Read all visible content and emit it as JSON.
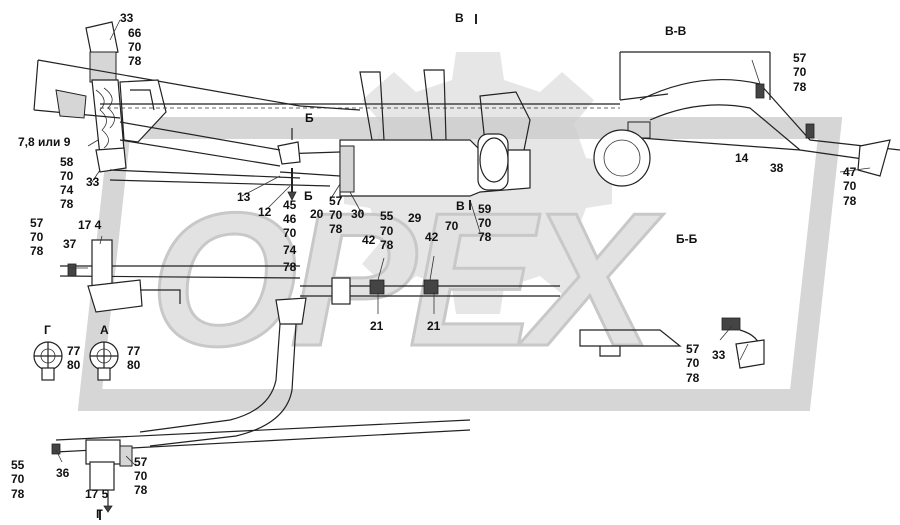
{
  "watermark": {
    "text": "OPEX",
    "color": "#d9d9d9"
  },
  "colors": {
    "ink": "#222222",
    "shade": "#d6d6d6",
    "background": "#ffffff"
  },
  "section_labels": {
    "b": "Б",
    "v": "В",
    "vv": "В-В",
    "bb": "Б-Б",
    "g": "Г",
    "a": "А",
    "b_lower": "Б",
    "v_lower": "В",
    "g_lower": "Г"
  },
  "callouts": {
    "c33_top": "33",
    "c66_top": "66",
    "c70_top": "70",
    "c78_top": "78",
    "c7_8_9": "7,8 или 9",
    "c58": "58",
    "c70_l1": "70",
    "c74_l1": "74",
    "c78_l1": "78",
    "c33_l1": "33",
    "c13": "13",
    "c12": "12",
    "c45": "45",
    "c46": "46",
    "c70_m1": "70",
    "c74_m1": "74",
    "c78_m1": "78",
    "c20": "20",
    "c57_m": "57",
    "c70_m2": "70",
    "c78_m2": "78",
    "c30": "30",
    "c55_m": "55",
    "c70_m3": "70",
    "c78_m3": "78",
    "c42_a": "42",
    "c29": "29",
    "c42_b": "42",
    "c70_m4": "70",
    "c59": "59",
    "c70_m5": "70",
    "c78_m5": "78",
    "c21_a": "21",
    "c21_b": "21",
    "c57_l": "57",
    "c70_l2": "70",
    "c78_l2": "78",
    "c37": "37",
    "c17_4": "17 4",
    "c77_g": "77",
    "c80_g": "80",
    "c77_a": "77",
    "c80_a": "80",
    "c55_b": "55",
    "c70_b1": "70",
    "c78_b1": "78",
    "c36": "36",
    "c17_5": "17 5",
    "c57_b": "57",
    "c70_b2": "70",
    "c78_b2": "78",
    "c57_r": "57",
    "c70_r1": "70",
    "c78_r1": "78",
    "c14": "14",
    "c38": "38",
    "c47": "47",
    "c70_r2": "70",
    "c78_r2": "78",
    "c57_bb": "57",
    "c70_bb": "70",
    "c78_bb": "78",
    "c33_bb": "33"
  }
}
